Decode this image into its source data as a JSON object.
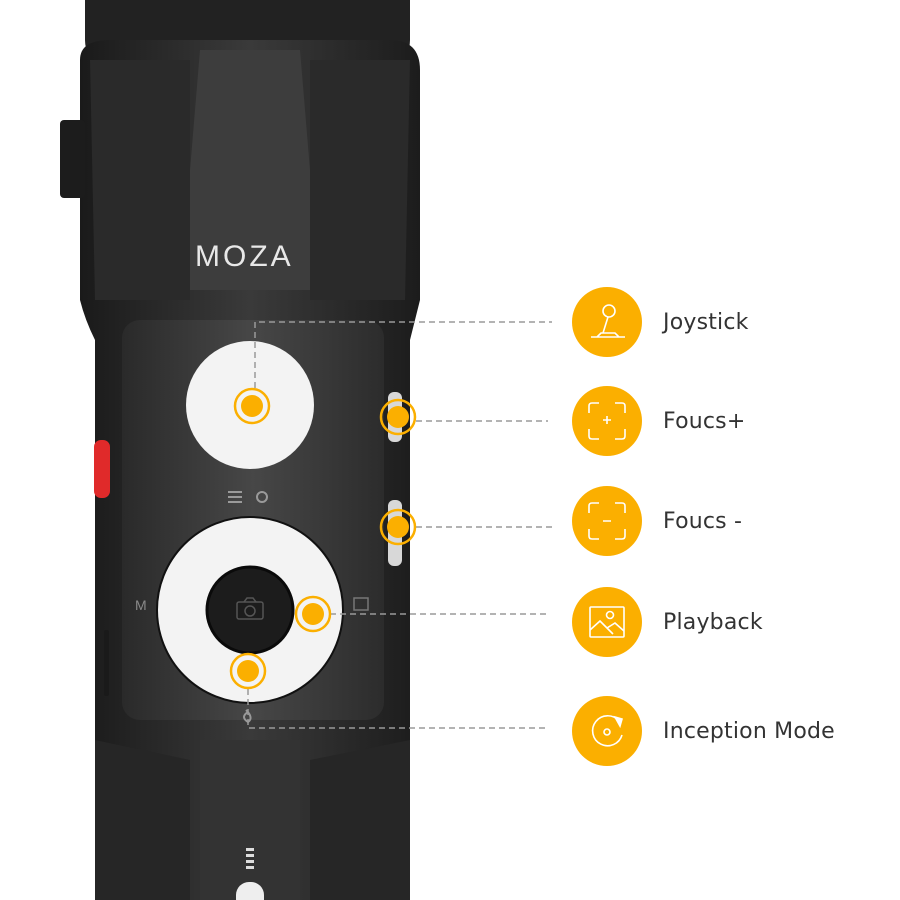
{
  "brand": "MOZA",
  "device_marks": {
    "mode_left": "M"
  },
  "accent_color": "#FBAF00",
  "features": [
    {
      "label": "Joystick",
      "icon": "joystick-icon"
    },
    {
      "label": "Foucs+",
      "icon": "focus-plus-icon"
    },
    {
      "label": "Foucs -",
      "icon": "focus-minus-icon"
    },
    {
      "label": "Playback",
      "icon": "image-icon"
    },
    {
      "label": "Inception Mode",
      "icon": "rotate-icon"
    }
  ]
}
